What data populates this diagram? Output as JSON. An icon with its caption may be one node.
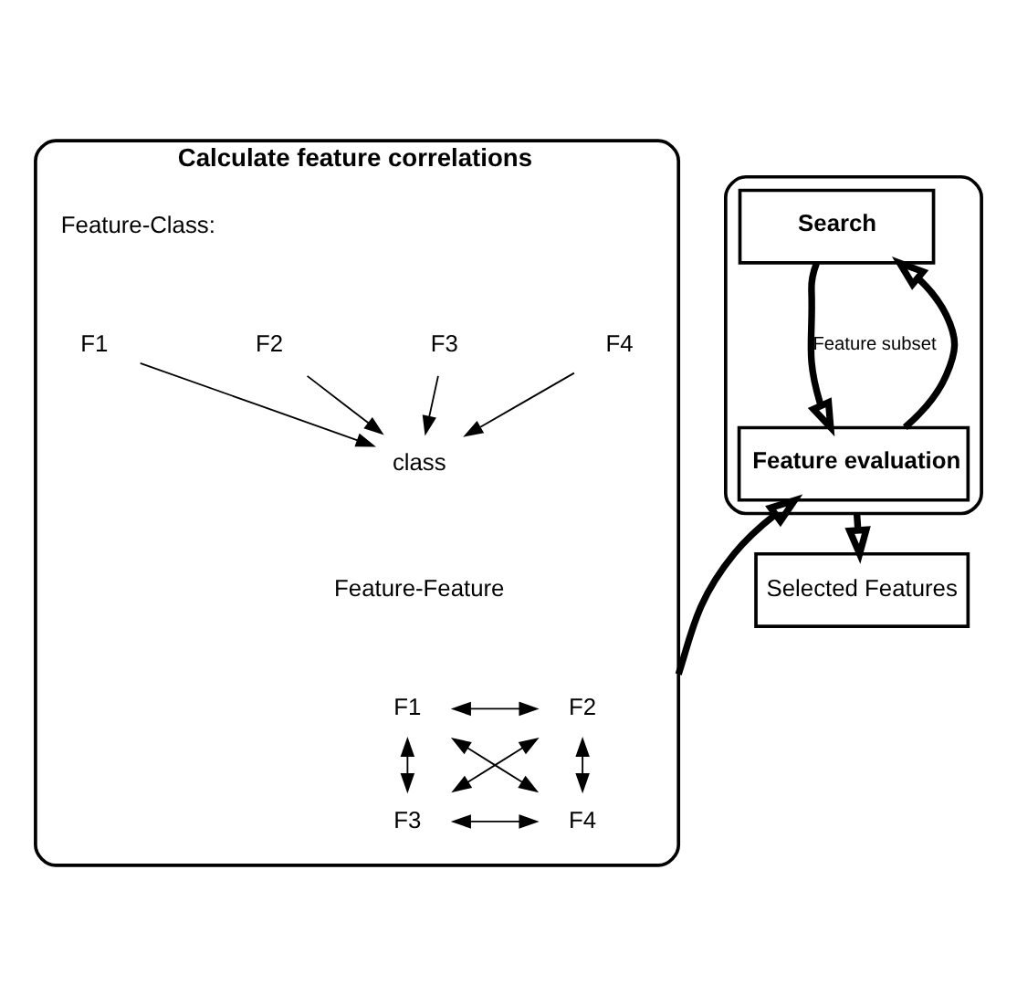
{
  "diagram": {
    "nodes": [
      {
        "text": [
          "Calculate feature correlations"
        ]
      },
      {
        "text": [
          "F1"
        ],
        "in": 0
      },
      {
        "text": [
          "F2"
        ],
        "in": 0
      },
      {
        "text": [
          "F3"
        ],
        "in": 0
      },
      {
        "text": [
          "F4"
        ],
        "in": 0
      },
      {
        "text": [
          "class"
        ],
        "in": 0
      },
      {
        "text": [
          "F1"
        ],
        "in": 0
      },
      {
        "text": [
          "F2"
        ],
        "in": 0
      },
      {
        "text": [
          "F3"
        ],
        "in": 0
      },
      {
        "text": [
          "F4"
        ],
        "in": 0
      },
      {
        "text": [],
        "shape": "box"
      },
      {
        "text": [
          "Search"
        ],
        "in": 10
      },
      {
        "text": [
          "Feature evaluation"
        ],
        "in": 10
      },
      {
        "text": [
          "Selected Features"
        ]
      }
    ],
    "edges": [
      {
        "from": 1,
        "to": 5,
        "arrow": "to"
      },
      {
        "from": 2,
        "to": 5,
        "arrow": "to"
      },
      {
        "from": 3,
        "to": 5,
        "arrow": "to"
      },
      {
        "from": 4,
        "to": 5,
        "arrow": "to"
      },
      {
        "from": 6,
        "to": 7,
        "arrow": "both"
      },
      {
        "from": 6,
        "to": 8,
        "arrow": "both"
      },
      {
        "from": 6,
        "to": 9,
        "arrow": "both"
      },
      {
        "from": 7,
        "to": 8,
        "arrow": "both"
      },
      {
        "from": 7,
        "to": 9,
        "arrow": "both"
      },
      {
        "from": 8,
        "to": 9,
        "arrow": "both"
      },
      {
        "from": 0,
        "to": 12,
        "arrow": "to",
        "style": "thick"
      },
      {
        "from": 11,
        "to": 12,
        "arrow": "to",
        "style": "thick",
        "label": "Feature subset"
      },
      {
        "from": 12,
        "to": 11,
        "arrow": "to",
        "style": "thick"
      },
      {
        "from": 10,
        "to": 13,
        "arrow": "to",
        "style": "thick"
      }
    ],
    "labels": [
      "Feature-Class:",
      "Feature-Feature"
    ]
  }
}
